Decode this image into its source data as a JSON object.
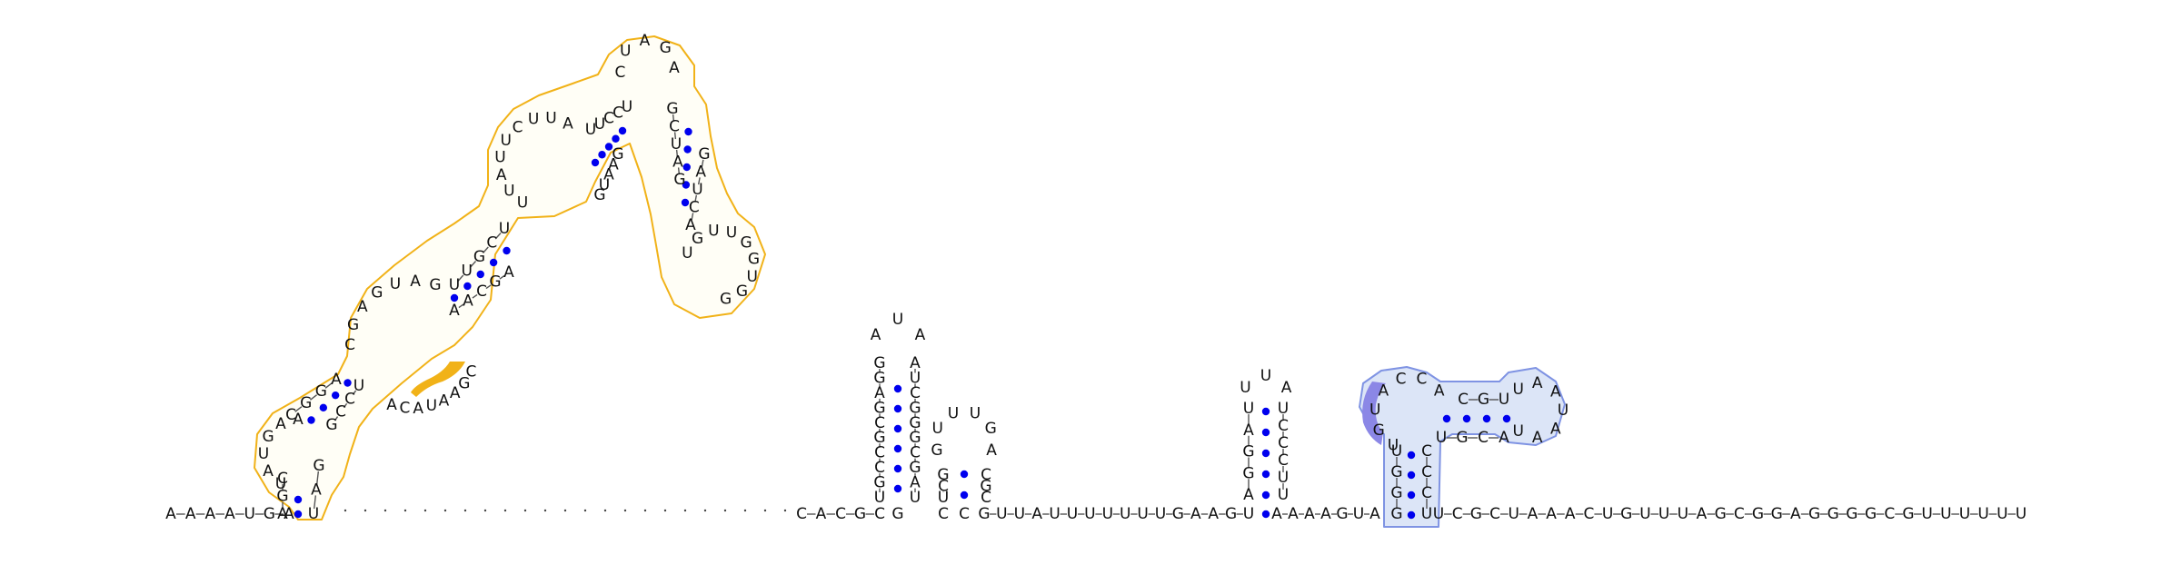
{
  "colors": {
    "pair_dot": "#0000ee",
    "backbone": "#555555",
    "domain1_outline": "#f1b218",
    "domain1_fill": "#fffef6",
    "domain1_highlight": "#f1b218",
    "domain2_outline": "#7f93e3",
    "domain2_fill": "#dce5f7",
    "domain2_highlight": "#8b87e6"
  },
  "sequence": {
    "five_prime_tail": "AAAAUGA",
    "bridge_label": "CACGC",
    "post_hairpins": "GUUAUUUUUUUGAAGU",
    "linker": "AAAAGUA",
    "three_prime_tail": "UCGCUAAACUGUUUAGCGGAGGGGCGUUUUUU"
  },
  "elements": {
    "domain1": {
      "stem1_5p": "CGA",
      "stem1_3p": "UAG",
      "loop1": "UAUGAA",
      "stem2_5p": "CGGA",
      "stem2_3p": "UCCG",
      "interior_bulge_5p": "CGAGUAG",
      "interior_bulge_3p": "ACAUAAGC",
      "stem3_5p": "UUGCU",
      "stem3_3p": "AGCAA",
      "loop3": "UUAUUCUUA",
      "stem4_5p": "UUCCU",
      "stem4_3p": "GAAUG",
      "stem5_5p": "AGA",
      "stem5_3p": "UCU",
      "loop5": "CUAGA",
      "stem6_5p": "GCUAG",
      "stem6_3p": "ACUAG",
      "loop6": "UGUUGGUGG"
    },
    "hairpin1": {
      "stem_5p": "UGCCGCGAGG",
      "stem_3p": "AUCGGGCGAU",
      "loop": "AUA"
    },
    "hairpin2": {
      "stem_5p": "GCU",
      "stem_3p": "CGC",
      "loop": "GUUUGA"
    },
    "hairpin3": {
      "stem_5p": "AGGAU",
      "stem_3p": "UCCCUU",
      "loop": "UUA"
    },
    "domain2": {
      "stem_5p": "GGGU",
      "stem_3p": "CCCU",
      "loop_5p": "UGUACCA",
      "inner_stem_5p": "CGU",
      "inner_stem_3p": "GCA",
      "loop_3p": "UAAUAAU",
      "closing": "UGCA"
    }
  }
}
